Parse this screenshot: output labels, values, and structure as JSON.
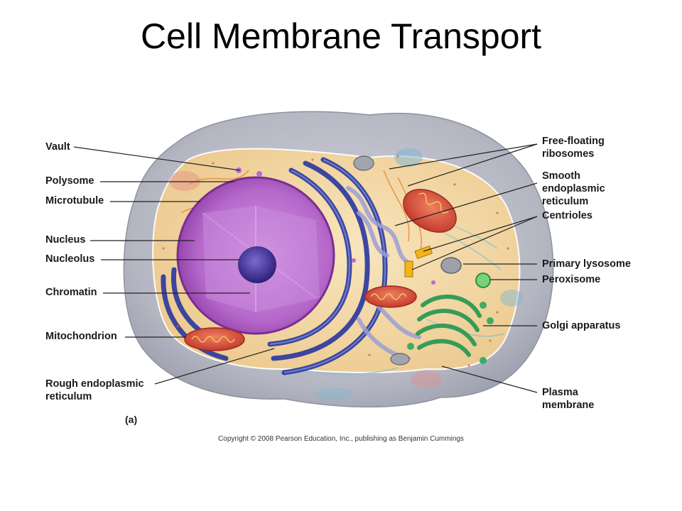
{
  "slide": {
    "title": "Cell Membrane Transport",
    "panel_tag": "(a)",
    "copyright": "Copyright © 2008 Pearson Education, Inc., publishing as Benjamin Cummings"
  },
  "labels_left": {
    "vault": "Vault",
    "polysome": "Polysome",
    "microtubule": "Microtubule",
    "nucleus": "Nucleus",
    "nucleolus": "Nucleolus",
    "chromatin": "Chromatin",
    "mitochondrion": "Mitochondrion",
    "rough_er_1": "Rough endoplasmic",
    "rough_er_2": "reticulum"
  },
  "labels_right": {
    "ribosomes_1": "Free-floating",
    "ribosomes_2": "ribosomes",
    "smooth_er_1": "Smooth",
    "smooth_er_2": "endoplasmic",
    "smooth_er_3": "reticulum",
    "centrioles": "Centrioles",
    "lysosome": "Primary lysosome",
    "peroxisome": "Peroxisome",
    "golgi": "Golgi apparatus",
    "plasma_1": "Plasma",
    "plasma_2": "membrane"
  },
  "colors": {
    "membrane": "#b9b9c4",
    "cytoplasm": "#f6d9a0",
    "nucleus": "#a34fb8",
    "nucleolus": "#4a3a9a",
    "rough_er": "#2f3fa8",
    "golgi": "#2f9a55",
    "mitochondria": "#d84a3a",
    "leader_lines": "#222222"
  }
}
